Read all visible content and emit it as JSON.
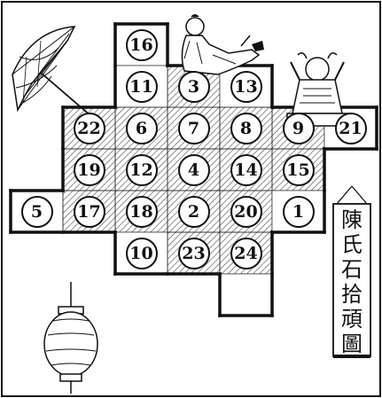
{
  "board": {
    "cells": [
      {
        "row": 0,
        "col": 2,
        "shaded": false
      },
      {
        "row": 1,
        "col": 2,
        "shaded": false
      },
      {
        "row": 1,
        "col": 3,
        "shaded": true
      },
      {
        "row": 1,
        "col": 4,
        "shaded": false
      },
      {
        "row": 2,
        "col": 1,
        "shaded": true
      },
      {
        "row": 2,
        "col": 2,
        "shaded": true
      },
      {
        "row": 2,
        "col": 3,
        "shaded": true
      },
      {
        "row": 2,
        "col": 4,
        "shaded": true
      },
      {
        "row": 2,
        "col": 5,
        "shaded": true
      },
      {
        "row": 2,
        "col": 6,
        "shaded": false
      },
      {
        "row": 3,
        "col": 1,
        "shaded": true
      },
      {
        "row": 3,
        "col": 2,
        "shaded": true
      },
      {
        "row": 3,
        "col": 3,
        "shaded": true
      },
      {
        "row": 3,
        "col": 4,
        "shaded": true
      },
      {
        "row": 3,
        "col": 5,
        "shaded": true
      },
      {
        "row": 4,
        "col": 0,
        "shaded": false
      },
      {
        "row": 4,
        "col": 1,
        "shaded": true
      },
      {
        "row": 4,
        "col": 2,
        "shaded": true
      },
      {
        "row": 4,
        "col": 3,
        "shaded": true
      },
      {
        "row": 4,
        "col": 4,
        "shaded": true
      },
      {
        "row": 4,
        "col": 5,
        "shaded": false
      },
      {
        "row": 5,
        "col": 2,
        "shaded": false
      },
      {
        "row": 5,
        "col": 3,
        "shaded": true
      },
      {
        "row": 5,
        "col": 4,
        "shaded": true
      },
      {
        "row": 6,
        "col": 4,
        "shaded": false
      }
    ],
    "tokens": [
      {
        "label": "16",
        "row": 0,
        "col": 2
      },
      {
        "label": "11",
        "row": 1,
        "col": 2
      },
      {
        "label": "3",
        "row": 1,
        "col": 3
      },
      {
        "label": "13",
        "row": 1,
        "col": 4
      },
      {
        "label": "22",
        "row": 2,
        "col": 1
      },
      {
        "label": "6",
        "row": 2,
        "col": 2
      },
      {
        "label": "7",
        "row": 2,
        "col": 3
      },
      {
        "label": "8",
        "row": 2,
        "col": 4
      },
      {
        "label": "9",
        "row": 2,
        "col": 5
      },
      {
        "label": "21",
        "row": 2,
        "col": 6
      },
      {
        "label": "19",
        "row": 3,
        "col": 1
      },
      {
        "label": "12",
        "row": 3,
        "col": 2
      },
      {
        "label": "4",
        "row": 3,
        "col": 3
      },
      {
        "label": "14",
        "row": 3,
        "col": 4
      },
      {
        "label": "15",
        "row": 3,
        "col": 5
      },
      {
        "label": "5",
        "row": 4,
        "col": 0
      },
      {
        "label": "17",
        "row": 4,
        "col": 1
      },
      {
        "label": "18",
        "row": 4,
        "col": 2
      },
      {
        "label": "2",
        "row": 4,
        "col": 3
      },
      {
        "label": "20",
        "row": 4,
        "col": 4
      },
      {
        "label": "1",
        "row": 4,
        "col": 5
      },
      {
        "label": "10",
        "row": 5,
        "col": 2
      },
      {
        "label": "23",
        "row": 5,
        "col": 3
      },
      {
        "label": "24",
        "row": 5,
        "col": 4
      }
    ]
  },
  "banner": {
    "chars": [
      "陳",
      "氏",
      "石",
      "拾",
      "頑",
      "圖"
    ]
  },
  "colors": {
    "ink": "#111111",
    "paper": "#ffffff",
    "hatch": "#555555"
  }
}
